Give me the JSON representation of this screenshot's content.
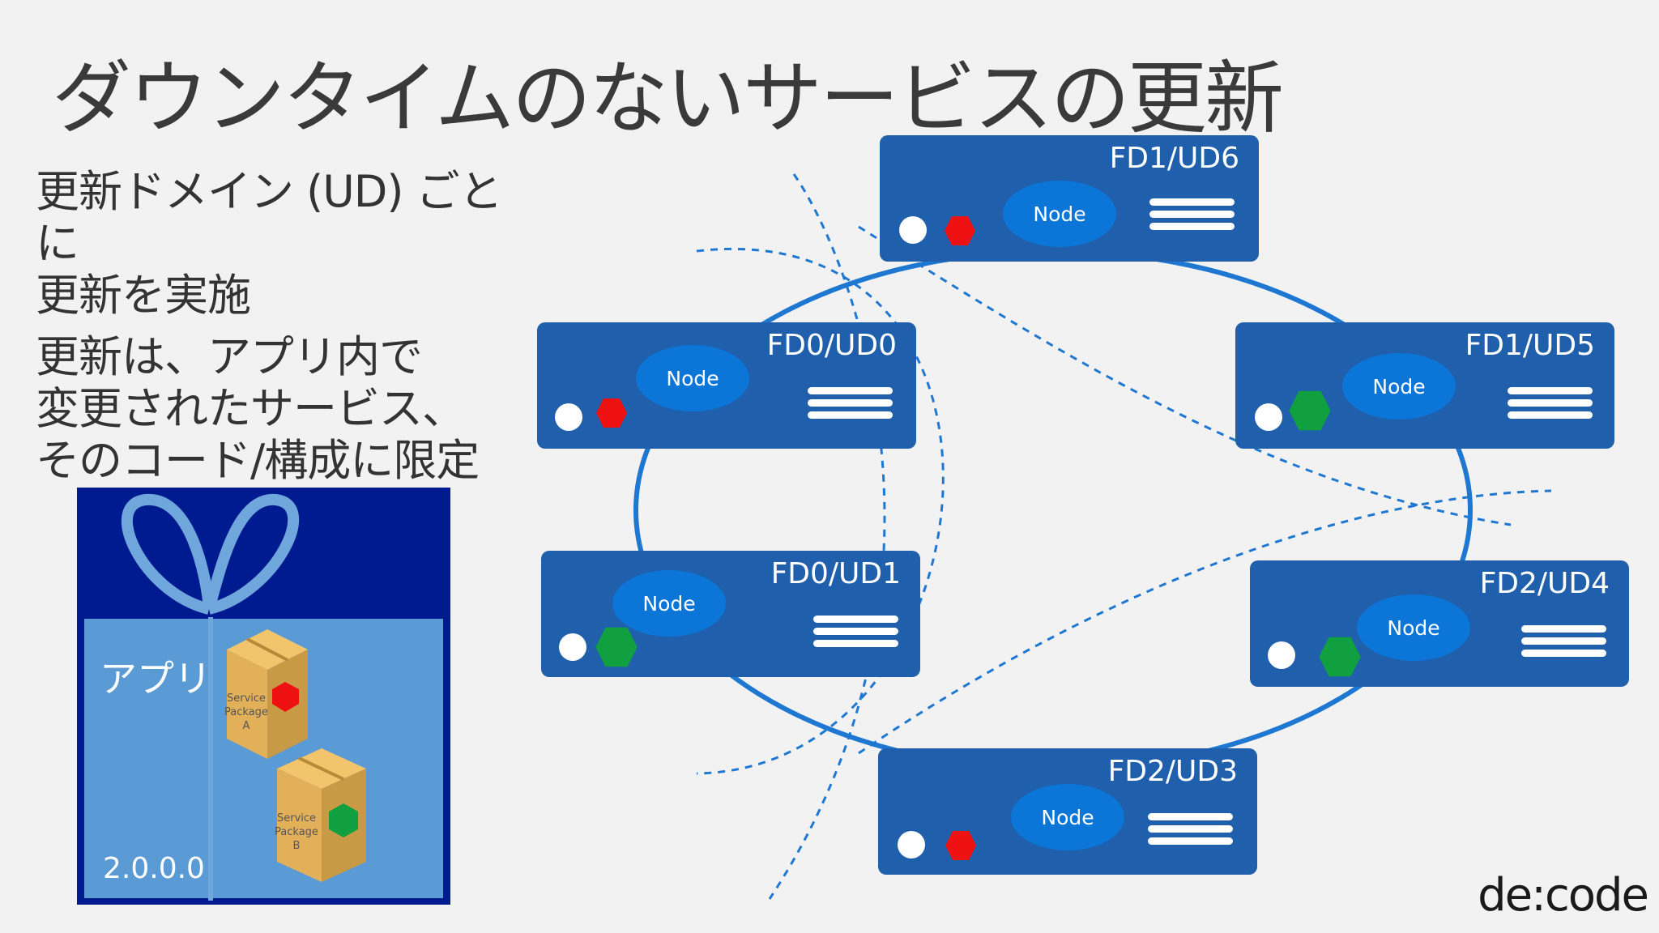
{
  "title": "ダウンタイムのないサービスの更新",
  "bullets": [
    "更新ドメイン (UD) ごとに\n更新を実施",
    "更新は、アプリ内で\n変更されたサービス、\nそのコード/構成に限定"
  ],
  "app": {
    "label": "アプリ",
    "version": "2.0.0.0",
    "packages": [
      {
        "label": "Service\nPackage\nA",
        "status_color": "#ee1111"
      },
      {
        "label": "Service\nPackage\nB",
        "status_color": "#10a040"
      }
    ]
  },
  "nodes": [
    {
      "name": "FD1/UD6",
      "label": "Node",
      "status_color": "#ee1111"
    },
    {
      "name": "FD0/UD0",
      "label": "Node",
      "status_color": "#ee1111"
    },
    {
      "name": "FD1/UD5",
      "label": "Node",
      "status_color": "#10a040"
    },
    {
      "name": "FD0/UD1",
      "label": "Node",
      "status_color": "#10a040"
    },
    {
      "name": "FD2/UD4",
      "label": "Node",
      "status_color": "#10a040"
    },
    {
      "name": "FD2/UD3",
      "label": "Node",
      "status_color": "#ee1111"
    }
  ],
  "brand": "de:code",
  "colors": {
    "card": "#1f5fac",
    "node_pill": "#0b76d8",
    "ring": "#1e78d2",
    "app_bg": "#001a8f",
    "app_panel": "#5b9bd5"
  }
}
